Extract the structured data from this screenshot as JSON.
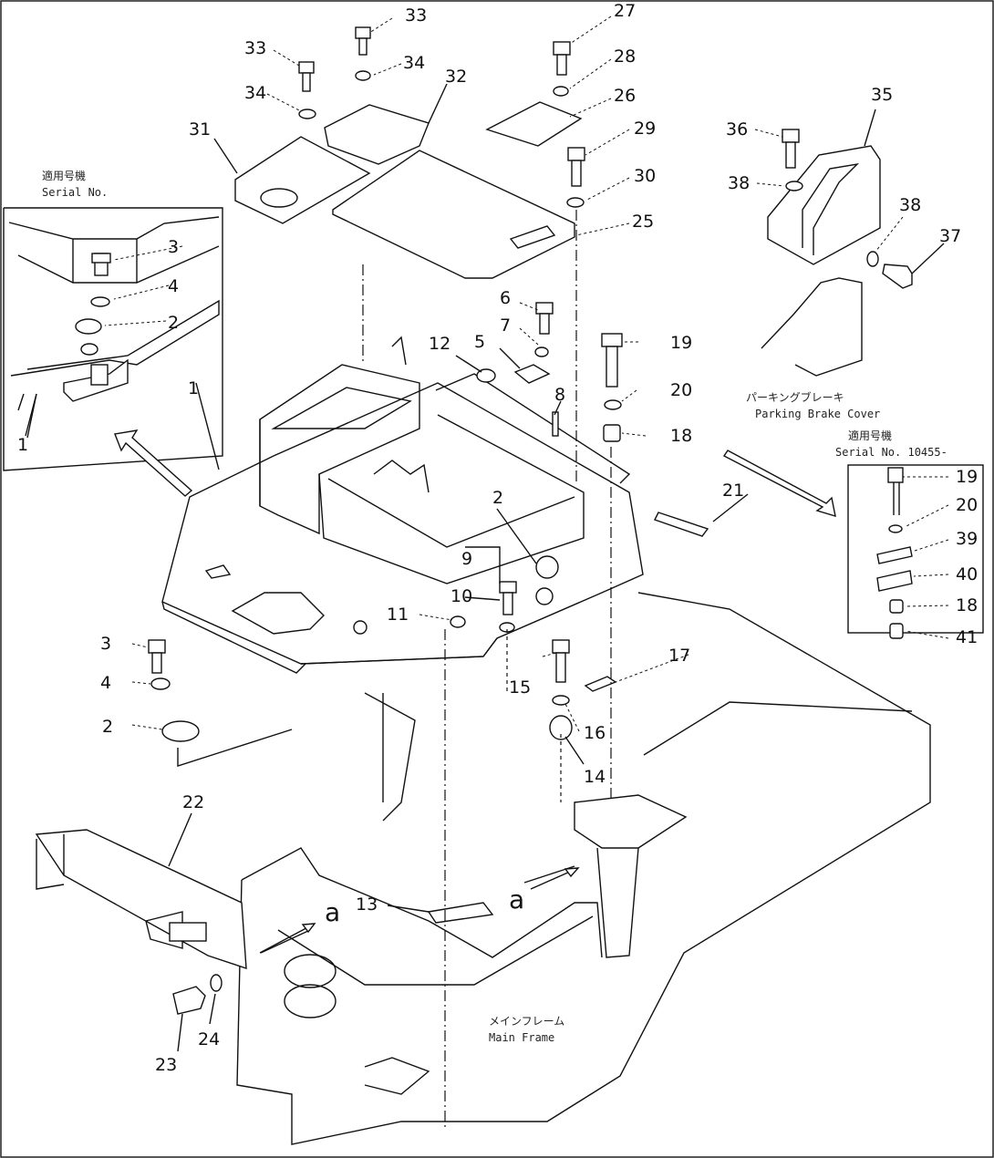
{
  "diagram": {
    "parts": [
      {
        "id": "1",
        "label": "1"
      },
      {
        "id": "2",
        "label": "2"
      },
      {
        "id": "3",
        "label": "3"
      },
      {
        "id": "4",
        "label": "4"
      },
      {
        "id": "5",
        "label": "5"
      },
      {
        "id": "6",
        "label": "6"
      },
      {
        "id": "7",
        "label": "7"
      },
      {
        "id": "8",
        "label": "8"
      },
      {
        "id": "9",
        "label": "9"
      },
      {
        "id": "10",
        "label": "10"
      },
      {
        "id": "11",
        "label": "11"
      },
      {
        "id": "12",
        "label": "12"
      },
      {
        "id": "13",
        "label": "13"
      },
      {
        "id": "14",
        "label": "14"
      },
      {
        "id": "15",
        "label": "15"
      },
      {
        "id": "16",
        "label": "16"
      },
      {
        "id": "17",
        "label": "17"
      },
      {
        "id": "18",
        "label": "18"
      },
      {
        "id": "19",
        "label": "19"
      },
      {
        "id": "20",
        "label": "20"
      },
      {
        "id": "21",
        "label": "21"
      },
      {
        "id": "22",
        "label": "22"
      },
      {
        "id": "23",
        "label": "23"
      },
      {
        "id": "24",
        "label": "24"
      },
      {
        "id": "25",
        "label": "25"
      },
      {
        "id": "26",
        "label": "26"
      },
      {
        "id": "27",
        "label": "27"
      },
      {
        "id": "28",
        "label": "28"
      },
      {
        "id": "29",
        "label": "29"
      },
      {
        "id": "30",
        "label": "30"
      },
      {
        "id": "31",
        "label": "31"
      },
      {
        "id": "32",
        "label": "32"
      },
      {
        "id": "33",
        "label": "33"
      },
      {
        "id": "34",
        "label": "34"
      },
      {
        "id": "35",
        "label": "35"
      },
      {
        "id": "36",
        "label": "36"
      },
      {
        "id": "37",
        "label": "37"
      },
      {
        "id": "38",
        "label": "38"
      },
      {
        "id": "39",
        "label": "39"
      },
      {
        "id": "40",
        "label": "40"
      },
      {
        "id": "41",
        "label": "41"
      }
    ],
    "view_marker": "a",
    "notes": {
      "inset_left_line1": "適用号機",
      "inset_left_line2": "Serial No.",
      "inset_right_line1": "適用号機",
      "inset_right_line2": "Serial No. 10455-",
      "brake_caption_line1": "パーキングブレーキ",
      "brake_caption_line2": "Parking Brake Cover",
      "frame_caption_line1": "メインフレーム",
      "frame_caption_line2": "Main Frame"
    }
  }
}
